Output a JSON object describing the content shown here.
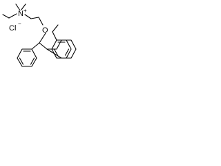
{
  "molecule": {
    "atoms": {
      "nitrogen": "N",
      "nitrogen_charge": "+",
      "chloride": "Cl",
      "chloride_charge": "−",
      "oxygen": "O"
    }
  }
}
